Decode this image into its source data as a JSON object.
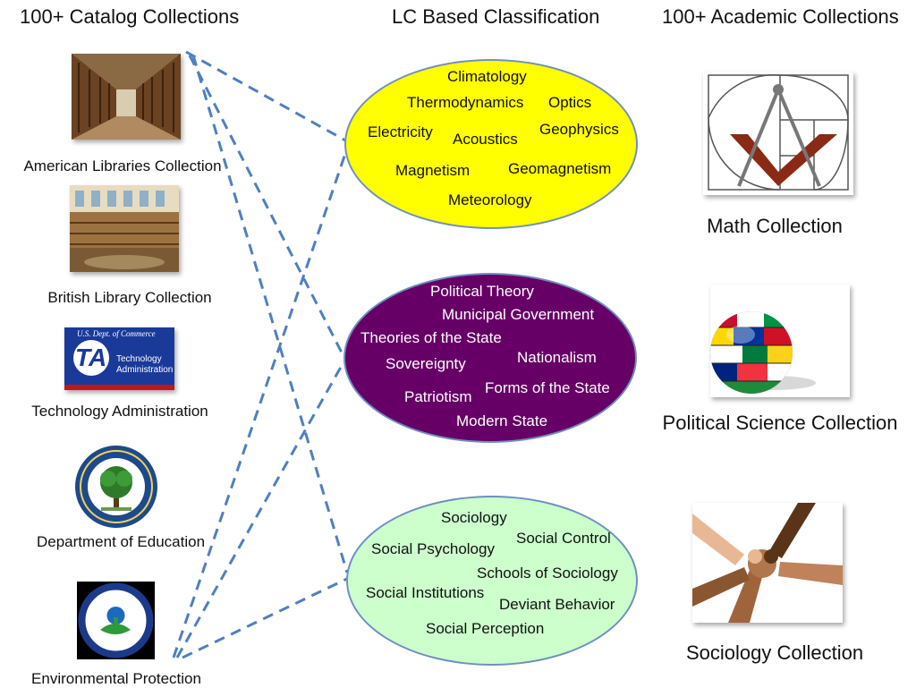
{
  "headings": {
    "catalog": "100+ Catalog Collections",
    "classification": "LC Based Classification",
    "academic": "100+ Academic Collections"
  },
  "catalog_collections": [
    {
      "label": "American Libraries Collection",
      "icon": "library-hall-photo"
    },
    {
      "label": "British Library Collection",
      "icon": "reading-room-photo"
    },
    {
      "label": "Technology Administration",
      "icon": "ta-logo",
      "logo_top": "U.S. Dept. of Commerce",
      "logo_letters": "TA",
      "logo_text": "Technology Administration"
    },
    {
      "label": "Department of Education",
      "icon": "education-seal"
    },
    {
      "label": "Environmental Protection",
      "icon": "epa-seal"
    }
  ],
  "classification_groups": [
    {
      "fill": "#ffff00",
      "text_color": "#111111",
      "terms": [
        "Climatology",
        "Thermodynamics",
        "Optics",
        "Electricity",
        "Acoustics",
        "Geophysics",
        "Magnetism",
        "Geomagnetism",
        "Meteorology"
      ]
    },
    {
      "fill": "#660066",
      "text_color": "#ffffff",
      "terms": [
        "Political Theory",
        "Municipal Government",
        "Theories of the State",
        "Sovereignty",
        "Nationalism",
        "Patriotism",
        "Forms of the State",
        "Modern State"
      ]
    },
    {
      "fill": "#ccffcc",
      "text_color": "#111111",
      "terms": [
        "Sociology",
        "Social Control",
        "Social Psychology",
        "Schools of Sociology",
        "Social Institutions",
        "Deviant Behavior",
        "Social Perception"
      ]
    }
  ],
  "academic_collections": [
    {
      "label": "Math Collection",
      "icon": "golden-spiral-compass-image"
    },
    {
      "label": "Political Science Collection",
      "icon": "flag-globe-image"
    },
    {
      "label": "Sociology Collection",
      "icon": "joined-hands-image"
    }
  ],
  "connector_color": "#4f7fc0"
}
